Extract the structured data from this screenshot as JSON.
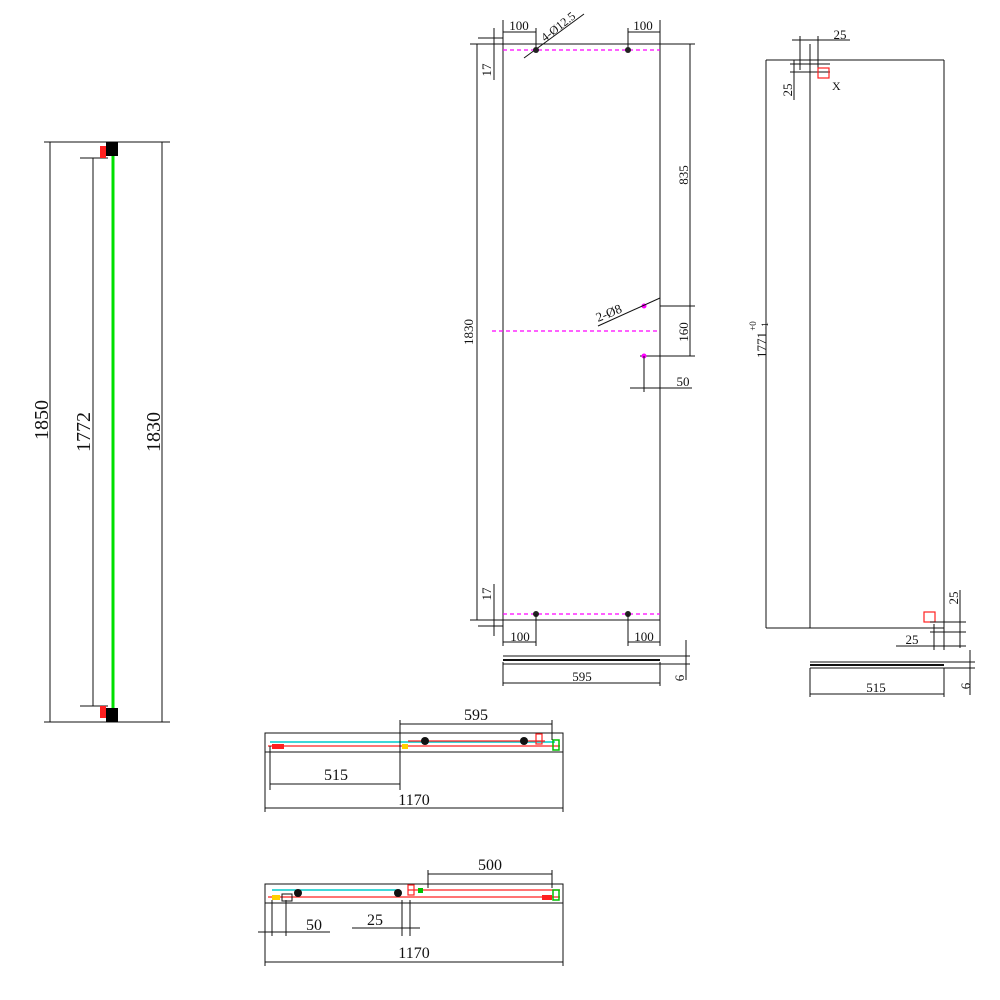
{
  "colors": {
    "line": "#111111",
    "glass": "#00e000",
    "fitting": "#ff2020",
    "marker": "#ff00ff",
    "rail": "#00cccc",
    "hardware": "#000000",
    "accent": "#ffd000"
  },
  "side_view": {
    "dim_total": "1850",
    "dim_glass": "1772",
    "dim_panel": "1830"
  },
  "front_panel": {
    "dim_left_offset_top": "100",
    "dim_right_offset_top": "100",
    "hole_spec_top": "4-Ø12.5",
    "dim_edge_top": "17",
    "dim_height": "1830",
    "dim_upper": "835",
    "hole_spec_mid": "2-Ø8",
    "dim_mid": "160",
    "dim_edge_right": "50",
    "dim_edge_bottom": "17",
    "dim_left_offset_bottom": "100",
    "dim_right_offset_bottom": "100",
    "dim_width": "595",
    "dim_thickness": "6"
  },
  "fixed_panel": {
    "dim_top_corner": "25",
    "dim_left_corner": "25",
    "corner_mark": "X",
    "dim_height": "1771",
    "dim_height_tol_upper": "+0",
    "dim_height_tol_lower": "-1",
    "dim_bottom_right_corner": "25",
    "dim_bottom_corner": "25",
    "dim_width": "515",
    "dim_thickness": "6"
  },
  "plan_open": {
    "dim_door": "595",
    "dim_fixed": "515",
    "dim_total": "1170"
  },
  "plan_closed": {
    "dim_opening": "500",
    "dim_left": "50",
    "dim_gap": "25",
    "dim_total": "1170"
  }
}
